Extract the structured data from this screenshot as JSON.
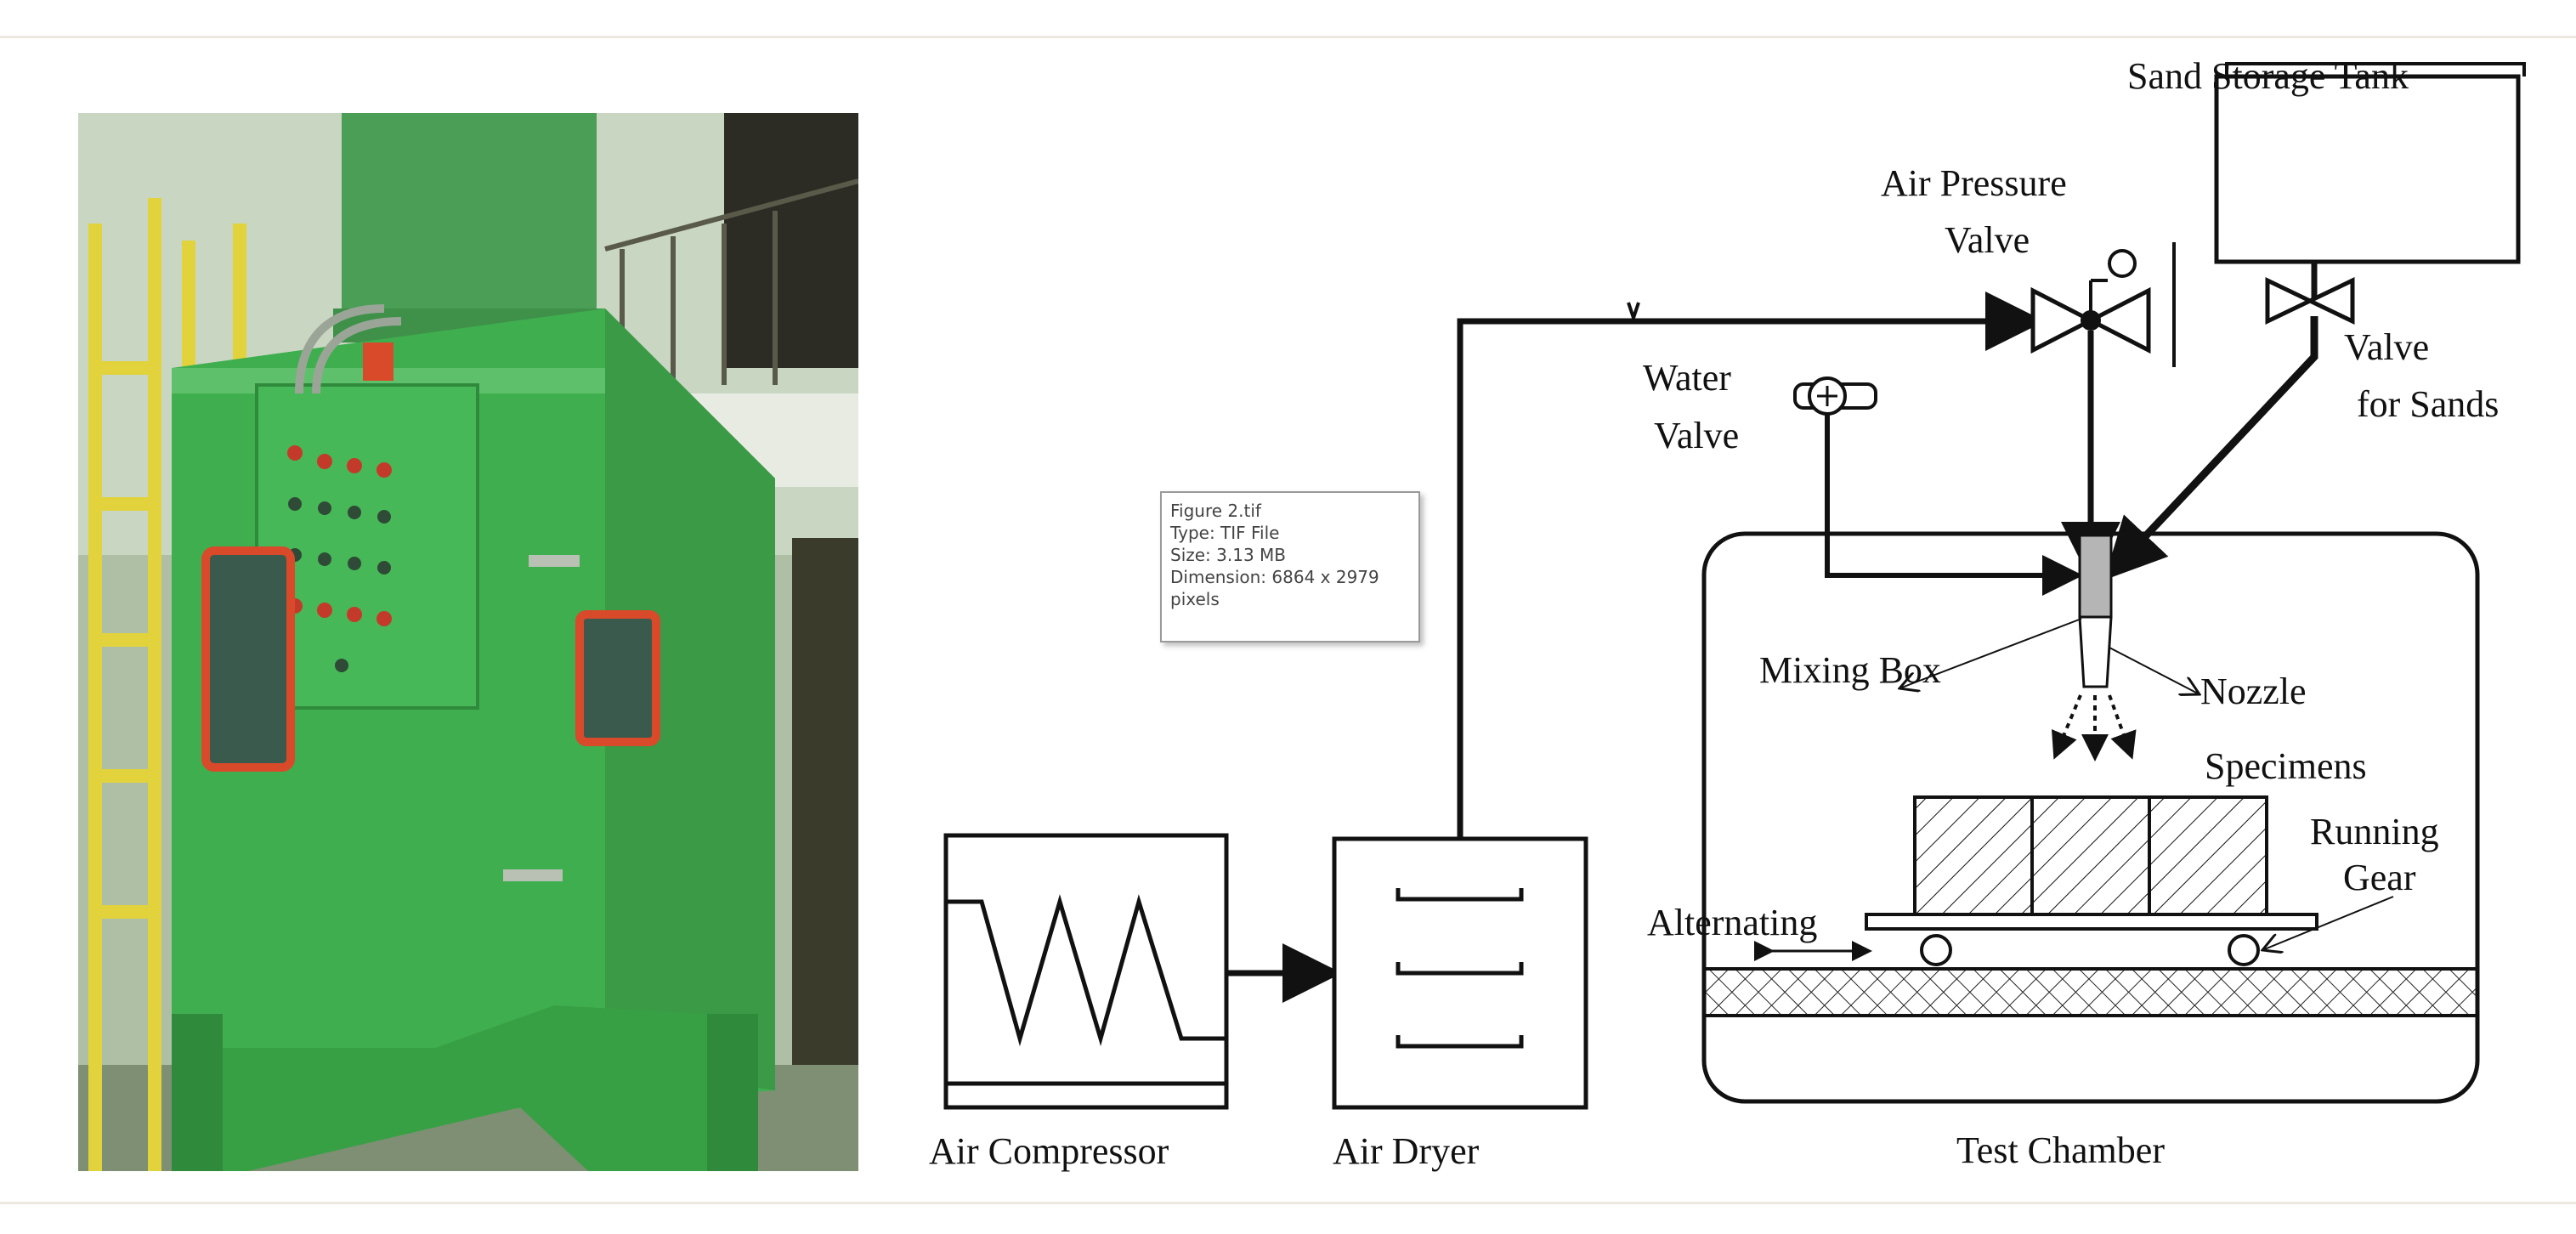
{
  "diagram": {
    "labels": {
      "sand_storage_tank": "Sand Storage Tank",
      "air_pressure_valve_1": "Air Pressure",
      "air_pressure_valve_2": "Valve",
      "water_valve_1": "Water",
      "water_valve_2": "Valve",
      "valve_for_sands_1": "Valve",
      "valve_for_sands_2": "for Sands",
      "mixing_box": "Mixing Box",
      "nozzle": "Nozzle",
      "specimens": "Specimens",
      "running_gear_1": "Running",
      "running_gear_2": "Gear",
      "alternating": "Alternating",
      "air_compressor": "Air Compressor",
      "air_dryer": "Air Dryer",
      "test_chamber": "Test Chamber"
    }
  },
  "tooltip": {
    "filename": "Figure 2.tif",
    "type": "Type: TIF File",
    "size": "Size: 3.13 MB",
    "dimension": "Dimension: 6864 x 2979",
    "dimension_unit": "pixels"
  },
  "colors": {
    "machine_green": "#3fae4f",
    "frame_red": "#d84a2a",
    "ladder_yellow": "#e2d33c"
  }
}
